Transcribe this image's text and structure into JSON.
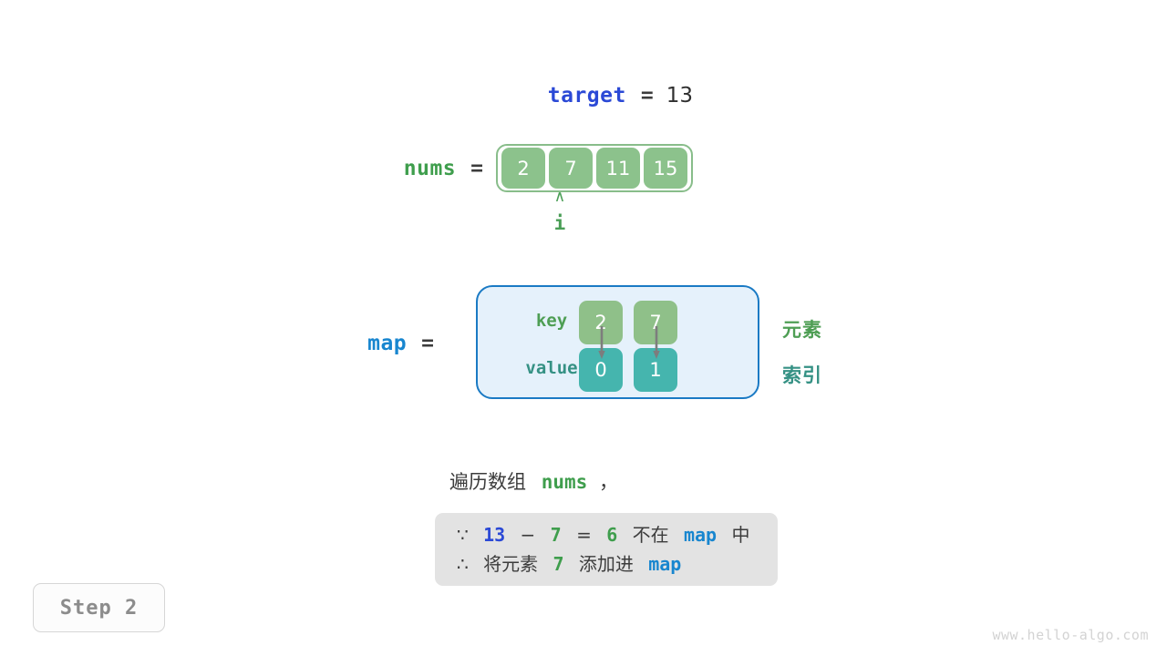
{
  "target": {
    "label": "target",
    "equals": "=",
    "value": "13"
  },
  "nums": {
    "label": "nums",
    "equals": "=",
    "cells": [
      "2",
      "7",
      "11",
      "15"
    ],
    "pointer": {
      "caret": "∧",
      "name": "i",
      "index": 1
    }
  },
  "map": {
    "label": "map",
    "equals": "=",
    "row_labels": {
      "key": "key",
      "value": "value"
    },
    "entries": [
      {
        "key": "2",
        "value": "0"
      },
      {
        "key": "7",
        "value": "1"
      }
    ],
    "side_labels": {
      "element": "元素",
      "index": "索引"
    }
  },
  "caption": {
    "prefix": "遍历数组",
    "code": "nums",
    "suffix": "，"
  },
  "reason": {
    "line1": {
      "symbol": "∵",
      "a": "13",
      "minus": "−",
      "b": "7",
      "eq": "=",
      "result": "6",
      "text_mid": "不在",
      "code": "map",
      "text_end": "中"
    },
    "line2": {
      "symbol": "∴",
      "text_start": "将元素",
      "num": "7",
      "text_mid": "添加进",
      "code": "map"
    }
  },
  "step_badge": {
    "label": "Step 2"
  },
  "watermark": {
    "text": "www.hello-algo.com"
  },
  "colors": {
    "royal_blue": "#2b49d6",
    "link_blue": "#1886cf",
    "green": "#3f9e4d",
    "cell_green": "#8cc28c",
    "teal": "#45b5ae",
    "teal_text": "#359184",
    "map_bg": "#e5f1fb",
    "map_border": "#1a7ac4",
    "reason_bg": "#e3e3e3",
    "arrow_gray": "#7d7d7d"
  }
}
